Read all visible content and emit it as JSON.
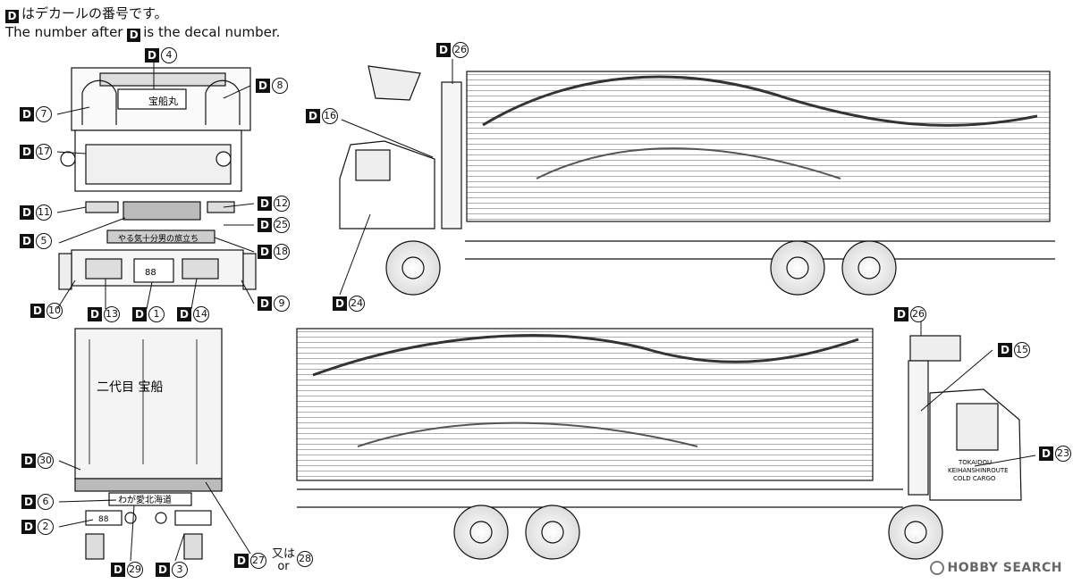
{
  "notes": {
    "jp_before": "",
    "jp_after": "はデカールの番号です。",
    "en_before": "The number after",
    "en_after": "is the decal number.",
    "box_letter": "D"
  },
  "callouts": [
    {
      "id": "c4",
      "num": "4"
    },
    {
      "id": "c8",
      "num": "8"
    },
    {
      "id": "c7",
      "num": "7"
    },
    {
      "id": "c17",
      "num": "17"
    },
    {
      "id": "c11",
      "num": "11"
    },
    {
      "id": "c12",
      "num": "12"
    },
    {
      "id": "c25",
      "num": "25"
    },
    {
      "id": "c5",
      "num": "5"
    },
    {
      "id": "c18",
      "num": "18"
    },
    {
      "id": "c10",
      "num": "10"
    },
    {
      "id": "c13",
      "num": "13"
    },
    {
      "id": "c1",
      "num": "1"
    },
    {
      "id": "c14",
      "num": "14"
    },
    {
      "id": "c9",
      "num": "9"
    },
    {
      "id": "c26a",
      "num": "26"
    },
    {
      "id": "c16",
      "num": "16"
    },
    {
      "id": "c24",
      "num": "24"
    },
    {
      "id": "c26b",
      "num": "26"
    },
    {
      "id": "c15",
      "num": "15"
    },
    {
      "id": "c23",
      "num": "23"
    },
    {
      "id": "c30",
      "num": "30"
    },
    {
      "id": "c6",
      "num": "6"
    },
    {
      "id": "c2",
      "num": "2"
    },
    {
      "id": "c29",
      "num": "29"
    },
    {
      "id": "c3",
      "num": "3"
    },
    {
      "id": "c27",
      "num": "27"
    },
    {
      "id": "c28",
      "num": "28"
    }
  ],
  "or_label": {
    "jp": "又は",
    "en": "or"
  },
  "truck_text": {
    "front_roof": "宝船丸",
    "plate_front": "88",
    "plate_rear": "88",
    "rear_bumper": "わが愛北海道",
    "side_cab_1": "TOKAIDOU",
    "side_cab_2": "KEIHANSHINROUTE",
    "side_cab_3": "COLD CARGO",
    "rear_door_1": "二代目 宝船",
    "front_slogan": "やる気十分男の旅立ち"
  },
  "watermark": "HOBBY SEARCH",
  "colors": {
    "ink": "#111111",
    "mid": "#555555",
    "light": "#bbbbbb"
  }
}
